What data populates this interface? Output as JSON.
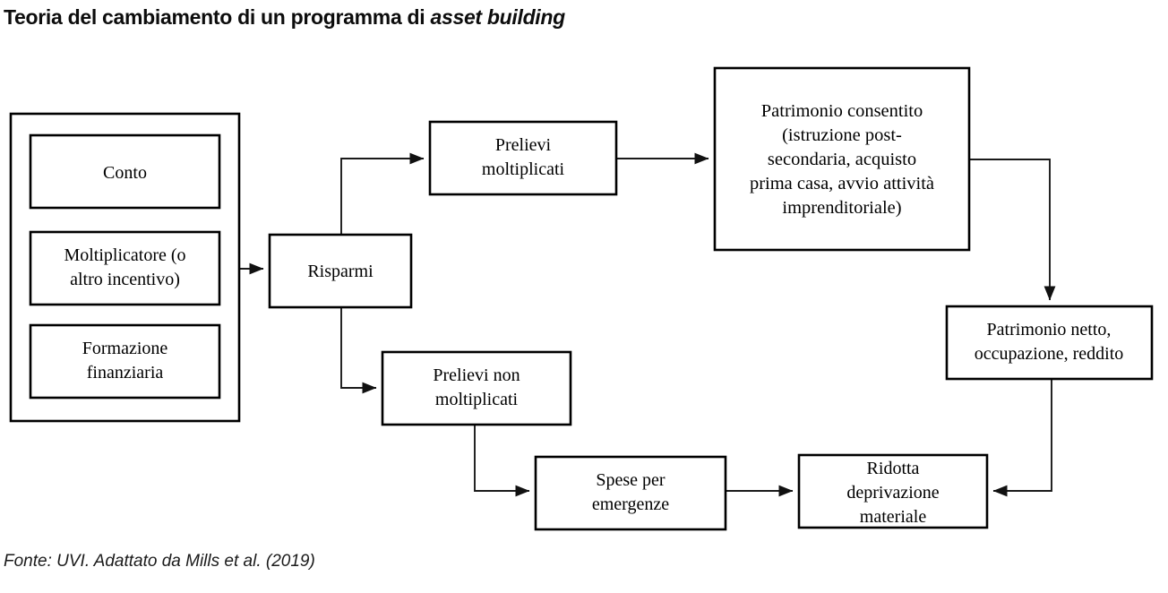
{
  "title": {
    "prefix": "Teoria del cambiamento di un programma di ",
    "emphasis": "asset building"
  },
  "source": {
    "text": "Fonte: UVI. Adattato da Mills et al. (2019)"
  },
  "diagram": {
    "type": "flowchart",
    "orientation": "left-to-right",
    "background": "#ffffff",
    "line_color": "#1a1a1a",
    "box_border_color": "#000000",
    "inputs_group": {
      "name": "inputs-group",
      "items": [
        {
          "id": "conto",
          "label": "Conto"
        },
        {
          "id": "moltiplicatore",
          "label_line1": "Moltiplicatore (o",
          "label_line2": "altro incentivo)"
        },
        {
          "id": "formazione",
          "label_line1": "Formazione",
          "label_line2": "finanziaria"
        }
      ]
    },
    "nodes": [
      {
        "id": "risparmi",
        "label_line1": "Risparmi"
      },
      {
        "id": "prelievi-moltiplicati",
        "label_line1": "Prelievi",
        "label_line2": "moltiplicati"
      },
      {
        "id": "prelievi-non-moltiplicati",
        "label_line1": "Prelievi non",
        "label_line2": "moltiplicati"
      },
      {
        "id": "patrimonio-consentito",
        "label_line1": "Patrimonio consentito",
        "label_line2": "(istruzione post-",
        "label_line3": "secondaria, acquisto",
        "label_line4": "prima casa, avvio attività",
        "label_line5": "imprenditoriale)"
      },
      {
        "id": "patrimonio-netto",
        "label_line1": "Patrimonio netto,",
        "label_line2": "occupazione, reddito"
      },
      {
        "id": "spese-emergenze",
        "label_line1": "Spese per",
        "label_line2": "emergenze"
      },
      {
        "id": "ridotta-deprivazione",
        "label_line1": "Ridotta",
        "label_line2": "deprivazione",
        "label_line3": "materiale"
      }
    ],
    "edges": [
      {
        "from": "inputs-group",
        "to": "risparmi"
      },
      {
        "from": "risparmi",
        "to": "prelievi-moltiplicati"
      },
      {
        "from": "risparmi",
        "to": "prelievi-non-moltiplicati"
      },
      {
        "from": "prelievi-moltiplicati",
        "to": "patrimonio-consentito"
      },
      {
        "from": "patrimonio-consentito",
        "to": "patrimonio-netto"
      },
      {
        "from": "prelievi-non-moltiplicati",
        "to": "spese-emergenze"
      },
      {
        "from": "spese-emergenze",
        "to": "ridotta-deprivazione"
      },
      {
        "from": "patrimonio-netto",
        "to": "ridotta-deprivazione"
      }
    ]
  }
}
